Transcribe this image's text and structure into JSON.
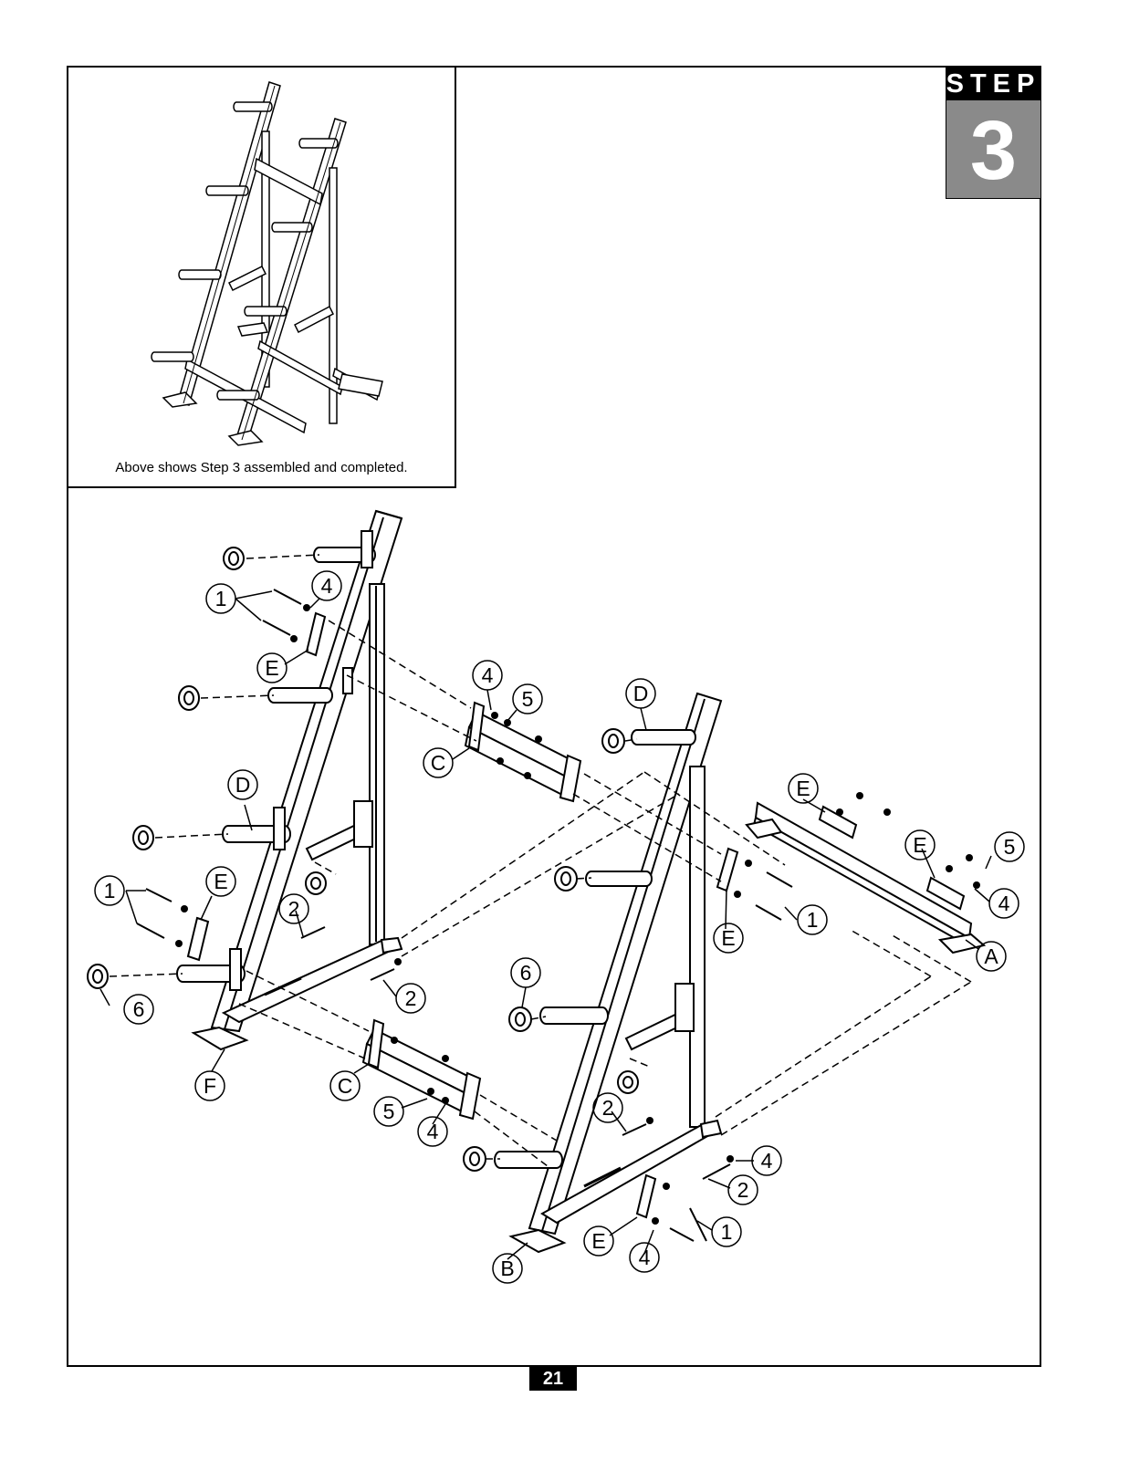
{
  "step": {
    "word": "STEP",
    "number": "3"
  },
  "inset": {
    "caption": "Above shows Step 3 assembled and completed."
  },
  "page_number": "21",
  "callouts": {
    "c1": "1",
    "c2": "4",
    "c3": "E",
    "c4": "4",
    "c5": "5",
    "c6": "C",
    "c7": "D",
    "c8": "D",
    "c9": "E",
    "c10": "E",
    "c11": "5",
    "c12": "4",
    "c13": "A",
    "c14": "1",
    "c15": "E",
    "c16": "1",
    "c17": "E",
    "c18": "2",
    "c19": "2",
    "c20": "6",
    "c21": "6",
    "c22": "F",
    "c23": "C",
    "c24": "5",
    "c25": "4",
    "c26": "2",
    "c27": "4",
    "c28": "2",
    "c29": "1",
    "c30": "E",
    "c31": "4",
    "c32": "B"
  }
}
